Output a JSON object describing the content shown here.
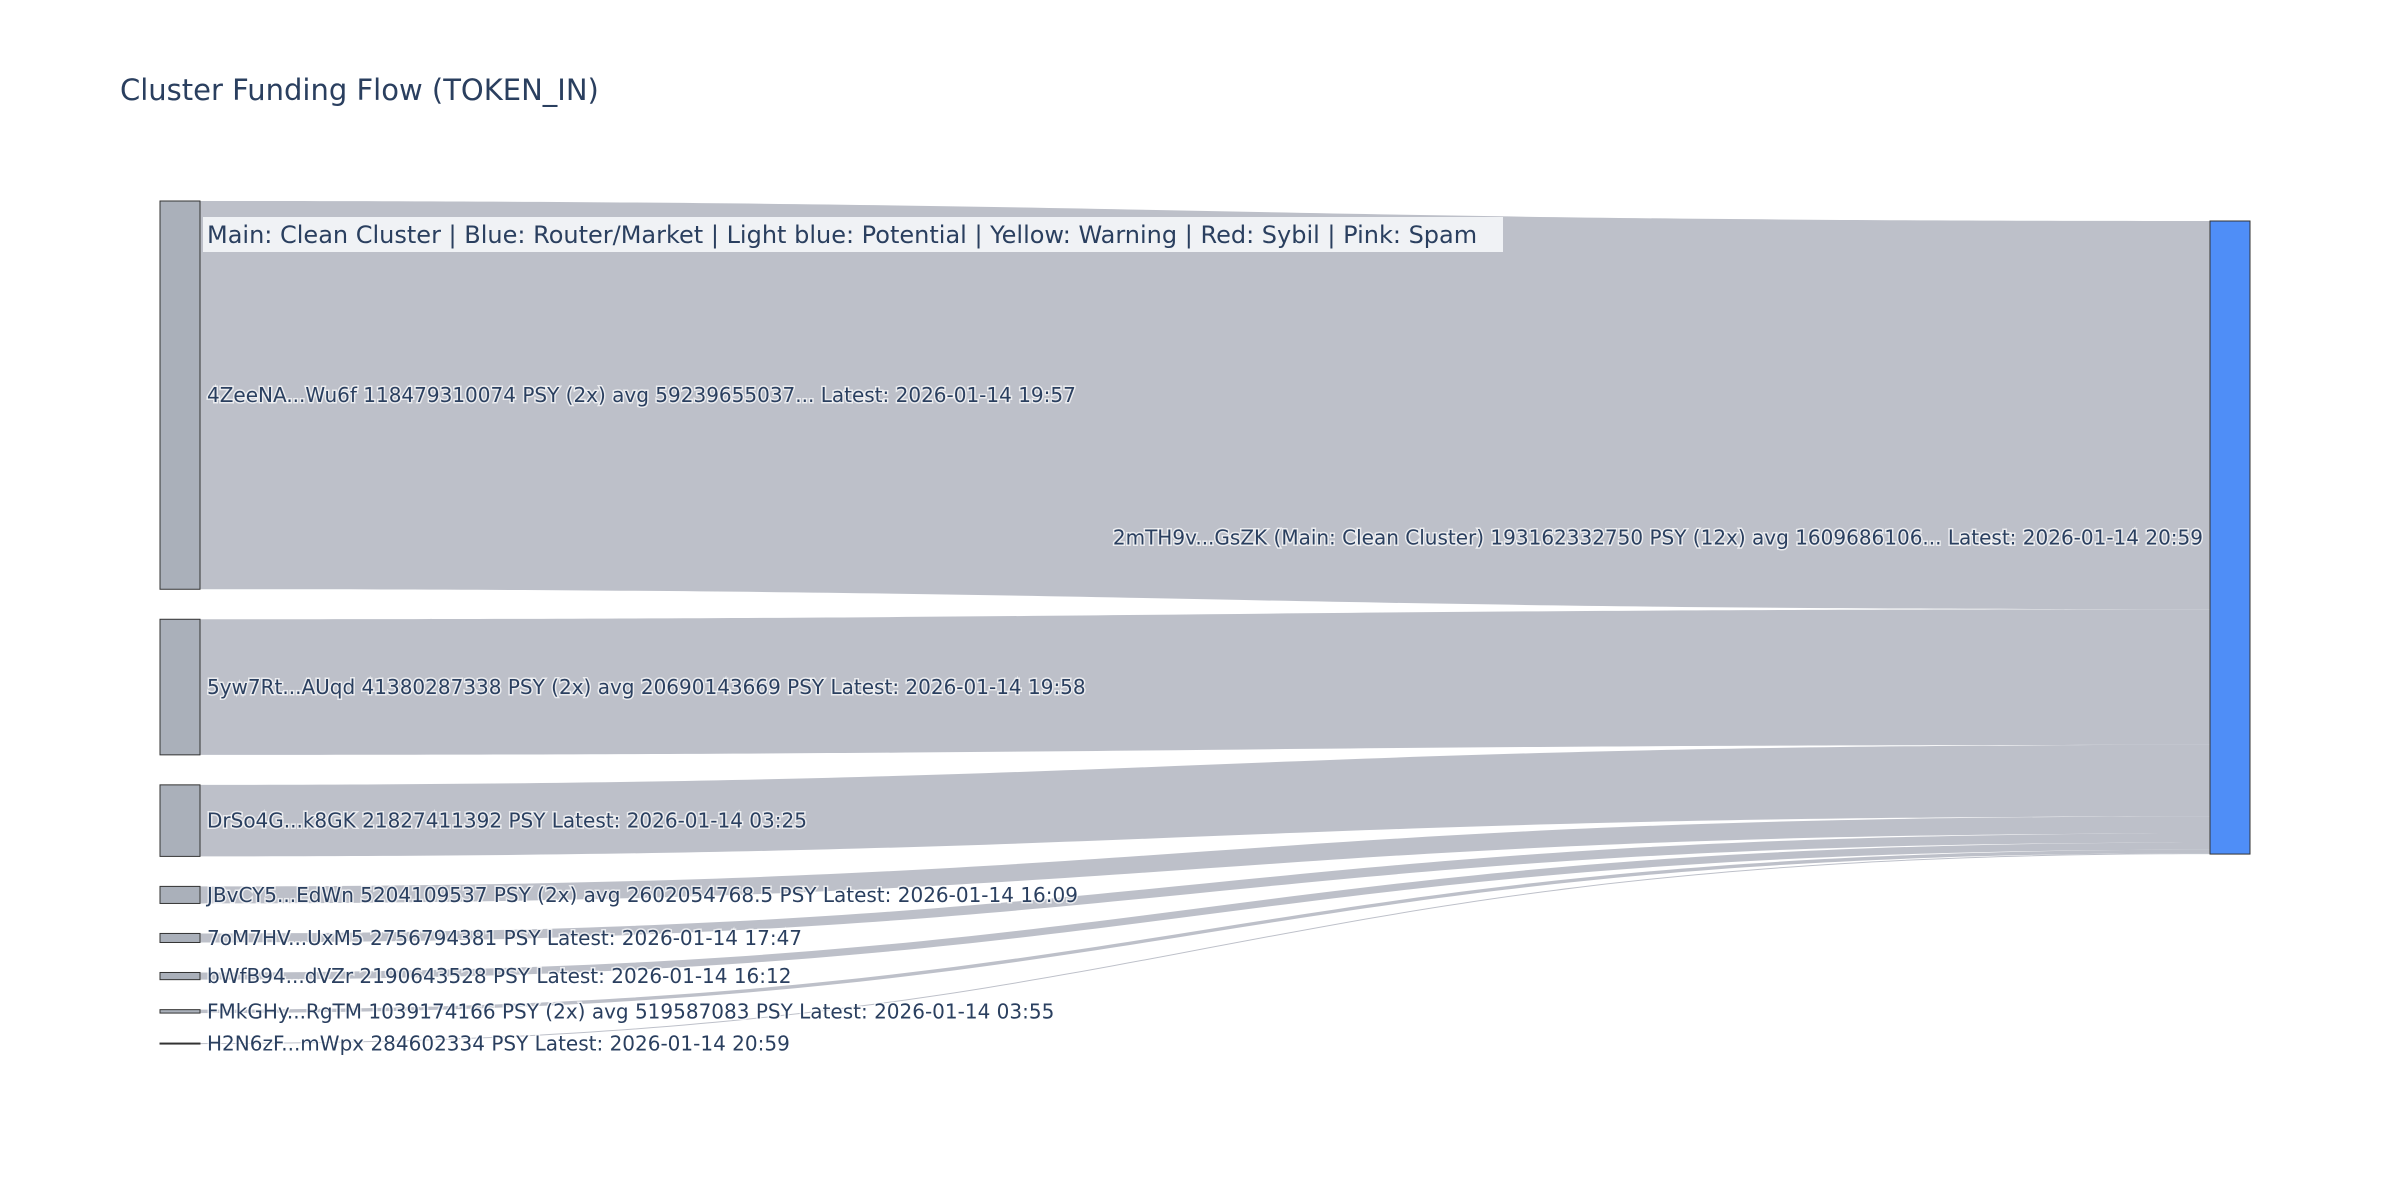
{
  "chart_data": {
    "type": "sankey",
    "title": "Cluster Funding Flow (TOKEN_IN)",
    "annotation": "Main: Clean Cluster  |  Blue: Router/Market | Light blue: Potential | Yellow: Warning | Red: Sybil | Pink: Spam",
    "target": {
      "label": "2mTH9v...GsZK (Main: Clean Cluster) 193162332750 PSY (12x) avg 1609686106... Latest: 2026-01-14 20:59",
      "value": 193162332750,
      "color": "#4f8ef7"
    },
    "sources": [
      {
        "label": "4ZeeNA...Wu6f 118479310074 PSY (2x) avg 59239655037... Latest: 2026-01-14 19:57",
        "value": 118479310074
      },
      {
        "label": "5yw7Rt...AUqd 41380287338 PSY (2x) avg 20690143669 PSY Latest: 2026-01-14 19:58",
        "value": 41380287338
      },
      {
        "label": "DrSo4G...k8GK 21827411392 PSY Latest: 2026-01-14 03:25",
        "value": 21827411392
      },
      {
        "label": "JBvCY5...EdWn 5204109537 PSY (2x) avg 2602054768.5 PSY Latest: 2026-01-14 16:09",
        "value": 5204109537
      },
      {
        "label": "7oM7HV...UxM5 2756794381 PSY Latest: 2026-01-14 17:47",
        "value": 2756794381
      },
      {
        "label": "bWfB94...dVZr 2190643528 PSY Latest: 2026-01-14 16:12",
        "value": 2190643528
      },
      {
        "label": "FMkGHy...RgTM 1039174166 PSY (2x) avg 519587083 PSY Latest: 2026-01-14 03:55",
        "value": 1039174166
      },
      {
        "label": "H2N6zF...mWpx 284602334 PSY Latest: 2026-01-14 20:59",
        "value": 284602334
      }
    ],
    "colors": {
      "source_node": "#aab0ba",
      "link": "#b9bdc6",
      "legend_bg": "#f0f2f5"
    }
  }
}
